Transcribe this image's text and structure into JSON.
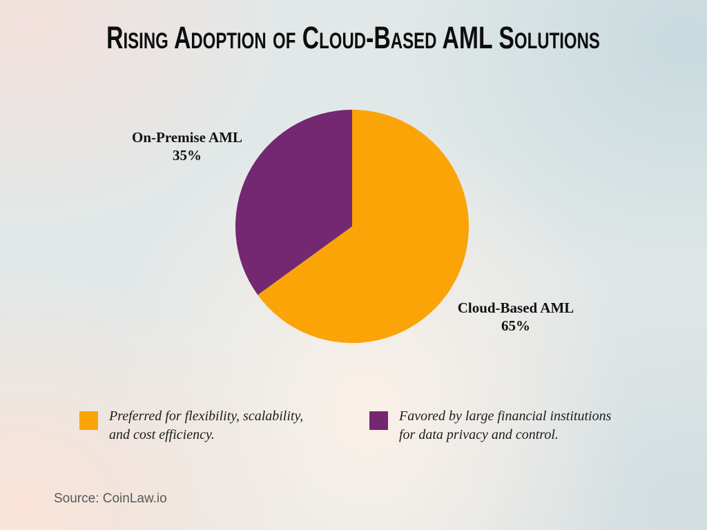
{
  "page": {
    "source_text": "Source: CoinLaw.io",
    "background": {
      "corner_top_left": "#F3E1DD",
      "corner_bottom_left": "#FBE3D7",
      "corner_top_right": "#C8DADE",
      "corner_bottom_right": "#D2DDE0",
      "center": "#E2E8E8"
    }
  },
  "chart_data": {
    "type": "pie",
    "title": "Rising Adoption of Cloud-Based AML Solutions",
    "start_angle_deg": 0,
    "direction": "clockwise",
    "legend_position": "bottom",
    "slices": [
      {
        "label": "Cloud-Based AML",
        "value": 65,
        "value_label": "65%",
        "color": "#FBA408"
      },
      {
        "label": "On-Premise AML",
        "value": 35,
        "value_label": "35%",
        "color": "#732871"
      }
    ]
  },
  "legend": {
    "items": [
      {
        "swatch_color": "#FBA408",
        "lines": [
          "Preferred for flexibility, scalability,",
          "and cost efficiency."
        ]
      },
      {
        "swatch_color": "#732871",
        "lines": [
          "Favored by large financial institutions",
          "for data privacy and control."
        ]
      }
    ]
  }
}
